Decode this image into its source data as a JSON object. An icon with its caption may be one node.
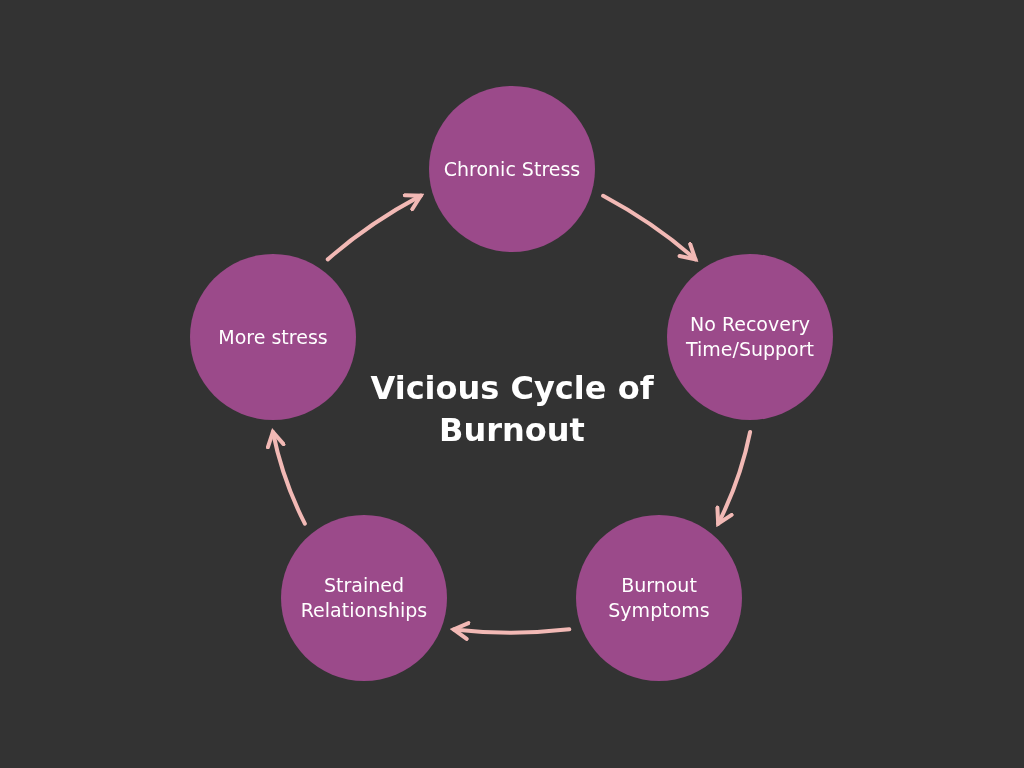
{
  "diagram": {
    "title": "Vicious Cycle of Burnout",
    "nodes": [
      {
        "text": [
          "Chronic Stress"
        ]
      },
      {
        "text": [
          "No Recovery Time/Support"
        ]
      },
      {
        "text": [
          "Burnout Symptoms"
        ]
      },
      {
        "text": [
          "Strained Relationships"
        ]
      },
      {
        "text": [
          "More stress"
        ]
      }
    ],
    "edges": [
      {
        "from": 0,
        "to": 1,
        "arrow": "to"
      },
      {
        "from": 1,
        "to": 2,
        "arrow": "to"
      },
      {
        "from": 2,
        "to": 3,
        "arrow": "to"
      },
      {
        "from": 3,
        "to": 4,
        "arrow": "to"
      },
      {
        "from": 4,
        "to": 0,
        "arrow": "to"
      }
    ]
  }
}
